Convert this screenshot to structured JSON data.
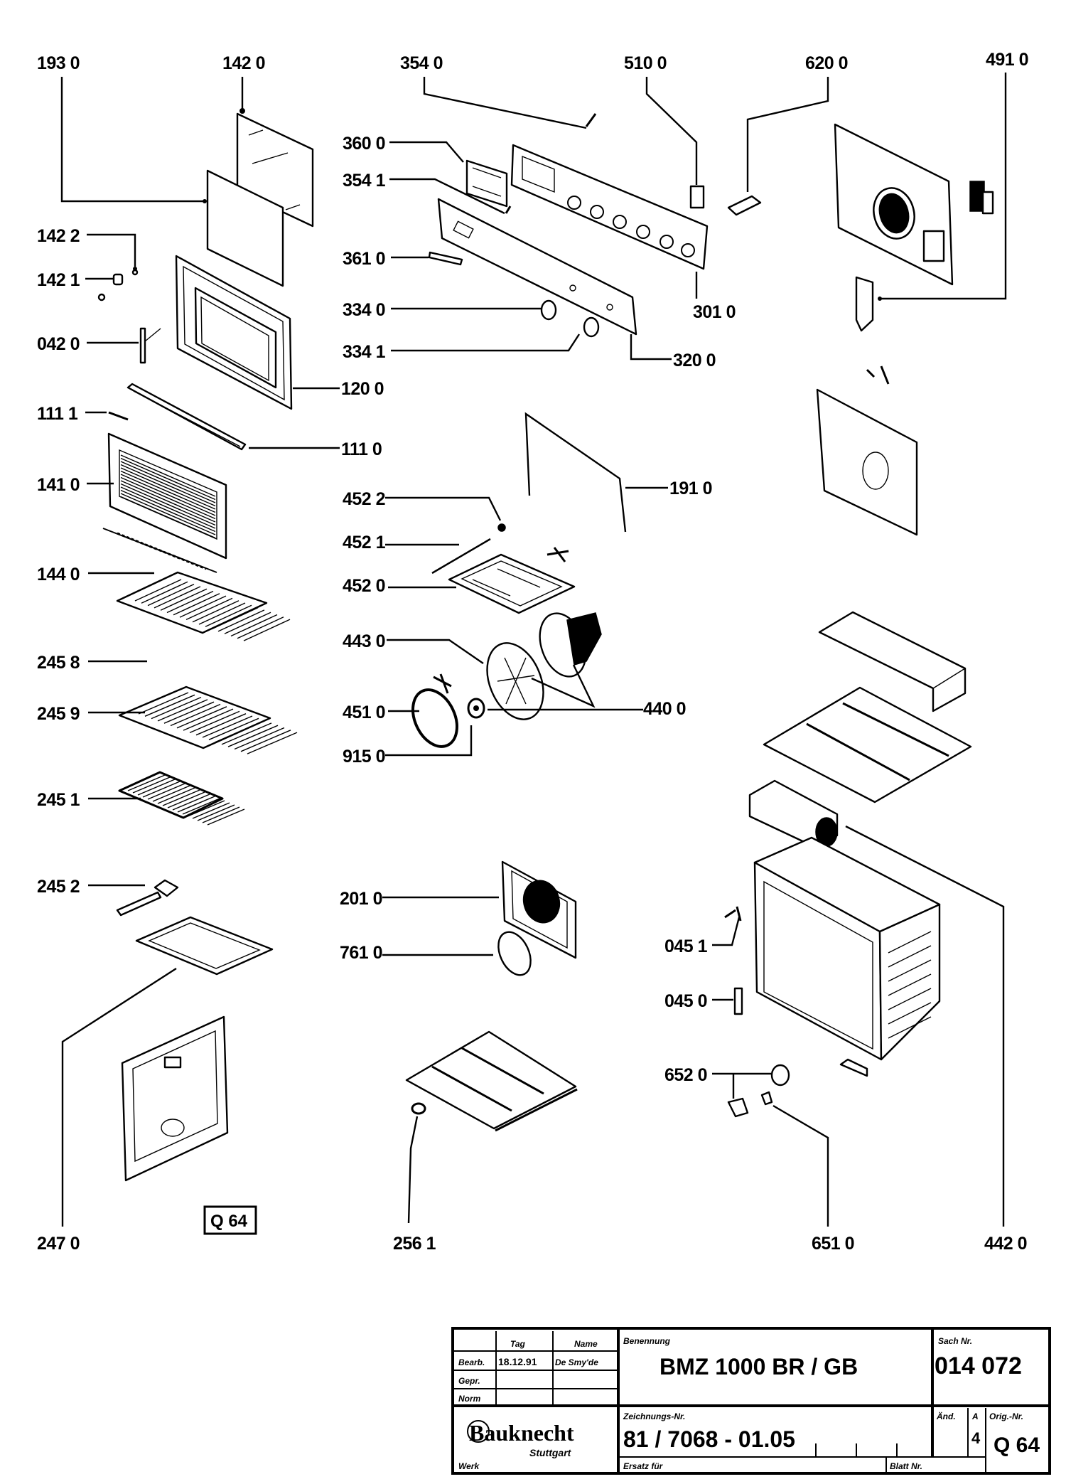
{
  "document": {
    "type": "Exploded parts diagram",
    "sheet_code": "Q 64"
  },
  "labels": {
    "p193_0": "193 0",
    "p142_0": "142 0",
    "p354_0": "354 0",
    "p510_0": "510 0",
    "p620_0": "620 0",
    "p491_0": "491 0",
    "p360_0": "360 0",
    "p354_1": "354 1",
    "p361_0": "361 0",
    "p334_0": "334 0",
    "p334_1": "334 1",
    "p301_0": "301 0",
    "p320_0": "320 0",
    "p142_2": "142 2",
    "p142_1": "142 1",
    "p042_0": "042 0",
    "p120_0": "120 0",
    "p111_1": "111 1",
    "p111_0": "111 0",
    "p141_0": "141 0",
    "p144_0": "144 0",
    "p245_8": "245 8",
    "p245_9": "245 9",
    "p245_1": "245 1",
    "p245_2": "245 2",
    "p247_0": "247 0",
    "p191_0": "191 0",
    "p452_2": "452 2",
    "p452_1": "452 1",
    "p452_0": "452 0",
    "p443_0": "443 0",
    "p440_0": "440 0",
    "p451_0": "451 0",
    "p915_0": "915 0",
    "p201_0": "201 0",
    "p761_0": "761 0",
    "p256_1": "256 1",
    "p045_1": "045 1",
    "p045_0": "045 0",
    "p652_0": "652 0",
    "p651_0": "651 0",
    "p442_0": "442 0"
  },
  "sheet_box": "Q 64",
  "title_block": {
    "col_tag": "Tag",
    "col_name": "Name",
    "row_bearb": "Bearb.",
    "row_gepr": "Gepr.",
    "row_norm": "Norm",
    "bearb_date": "18.12.91",
    "bearb_name": "De Smy'de",
    "benennung_label": "Benennung",
    "model": "BMZ 1000 BR / GB",
    "sach_nr_label": "Sach Nr.",
    "sach_nr": "014 072",
    "zeichnungs_label": "Zeichnungs-Nr.",
    "drawing_no": "81 / 7068 - 01.05",
    "aend_label": "Änd.",
    "aend_index": "A",
    "aend_value": "4",
    "orig_label": "Orig.-Nr.",
    "orig_value": "Q 64",
    "brand": "Bauknecht",
    "city": "Stuttgart",
    "werk_label": "Werk",
    "ersatz_label": "Ersatz für",
    "blatt_label": "Blatt Nr."
  }
}
